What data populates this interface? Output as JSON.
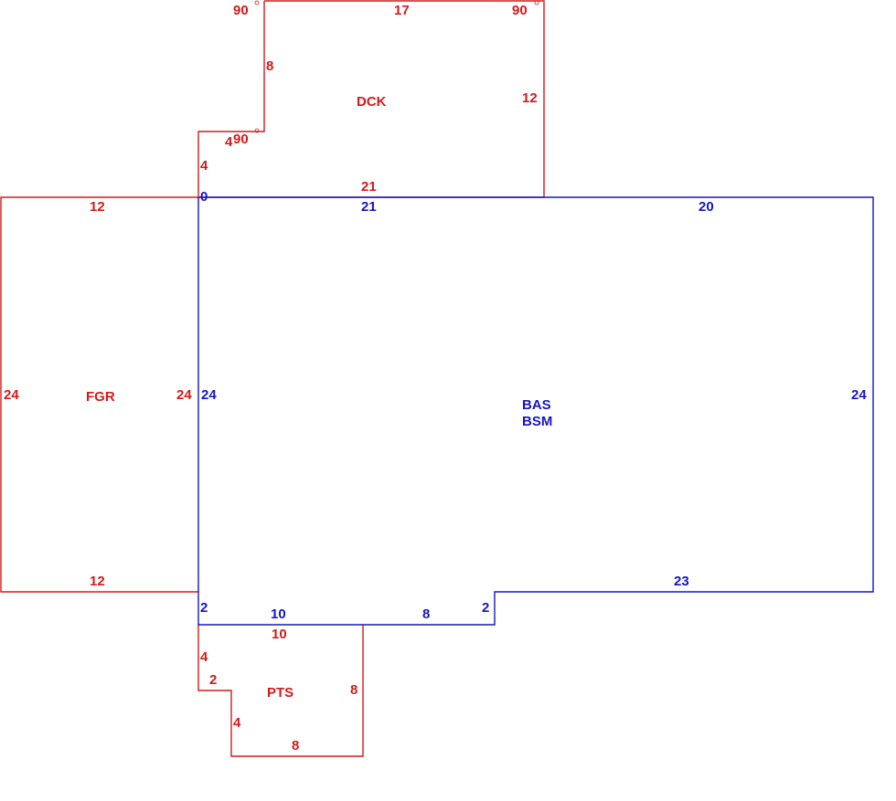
{
  "areas": {
    "deck": {
      "label": "DCK",
      "color": "#d41a1a",
      "dimensions": {
        "top": "17",
        "right": "12",
        "bottom": "21",
        "upper_left": "8",
        "step": "4",
        "lower_left": "4",
        "origin": "0"
      },
      "angles": {
        "top_left": "90",
        "top_right": "90",
        "inner": "90"
      }
    },
    "garage": {
      "label": "FGR",
      "color": "#d41a1a",
      "dimensions": {
        "top": "12",
        "left": "24",
        "right": "24",
        "bottom": "12"
      }
    },
    "house": {
      "labels": [
        "BAS",
        "BSM"
      ],
      "color": "#1515c8",
      "dimensions": {
        "top_left": "21",
        "top_right": "20",
        "left": "24",
        "right": "24",
        "bottom_right": "23",
        "step_right": "2",
        "bottom_mid": "8",
        "bottom_left": "10",
        "step_left": "2"
      }
    },
    "patio": {
      "label": "PTS",
      "color": "#d41a1a",
      "dimensions": {
        "top": "10",
        "left_upper": "4",
        "step": "2",
        "left_lower": "4",
        "bottom": "8",
        "right": "8"
      }
    }
  }
}
